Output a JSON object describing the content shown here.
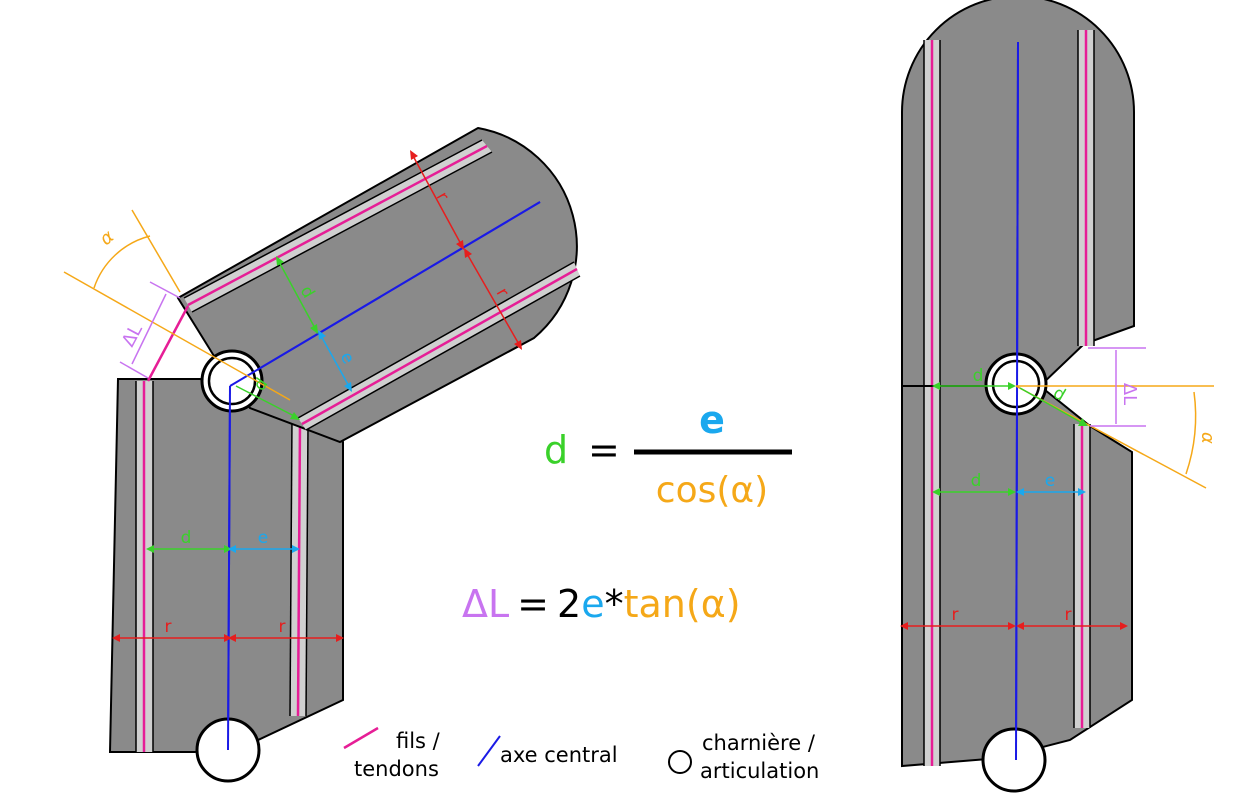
{
  "colors": {
    "body": "#8a8a8a",
    "outline": "#000000",
    "tendon": "#e61e96",
    "channel": "#d0d0d0",
    "axis": "#1a1ae6",
    "radius": "#e61e1e",
    "d": "#3ad12a",
    "e": "#1aa8ee",
    "alpha": "#f5a818",
    "deltaL": "#c874f0"
  },
  "labels": {
    "r": "r",
    "d": "d",
    "e": "e",
    "alpha": "α",
    "deltaL": "ΔL"
  },
  "formula1": {
    "lhs": "d",
    "eq": "=",
    "numerator": "e",
    "denominator": "cos(α)"
  },
  "formula2": {
    "lhs": "ΔL",
    "eq": "=",
    "two": "2",
    "e": "e",
    "star": "*",
    "tan": "tan(α)"
  },
  "legend": {
    "tendons_line1": "fils /",
    "tendons_line2": "tendons",
    "axis": "axe central",
    "hinge_line1": "charnière /",
    "hinge_line2": "articulation"
  }
}
